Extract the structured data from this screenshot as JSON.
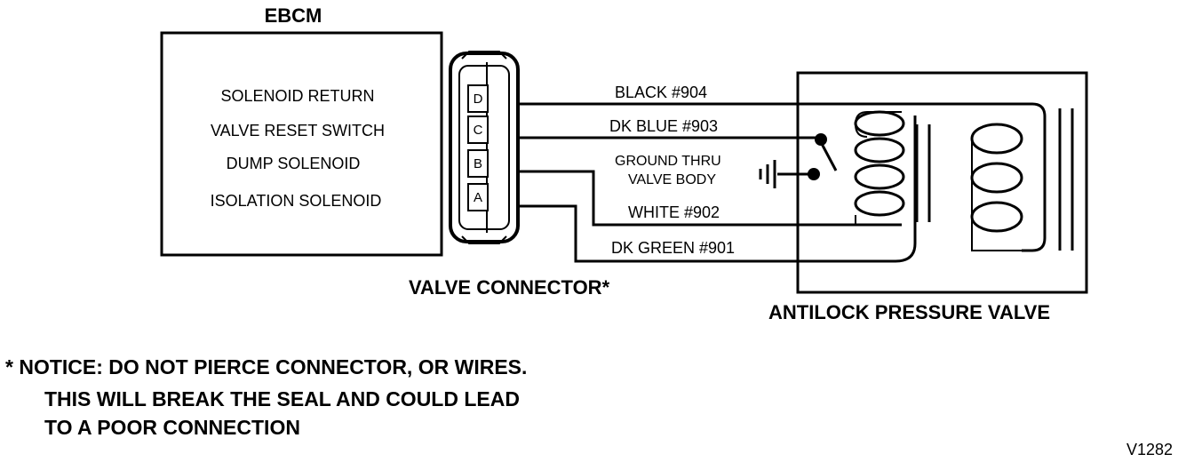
{
  "ebcm": {
    "title": "EBCM",
    "functions": [
      "SOLENOID RETURN",
      "VALVE RESET SWITCH",
      "DUMP SOLENOID",
      "ISOLATION SOLENOID"
    ]
  },
  "connector": {
    "label": "VALVE CONNECTOR*",
    "pins": [
      "D",
      "C",
      "B",
      "A"
    ]
  },
  "wires": {
    "black": "BLACK #904",
    "dk_blue": "DK BLUE #903",
    "ground_line1": "GROUND THRU",
    "ground_line2": "VALVE BODY",
    "white": "WHITE #902",
    "dk_green": "DK GREEN #901"
  },
  "valve": {
    "label": "ANTILOCK PRESSURE VALVE"
  },
  "notice": {
    "line1": "* NOTICE: DO NOT PIERCE CONNECTOR, OR WIRES.",
    "line2": "THIS WILL  BREAK THE SEAL AND COULD LEAD",
    "line3": "TO A POOR CONNECTION"
  },
  "figure_id": "V1282"
}
